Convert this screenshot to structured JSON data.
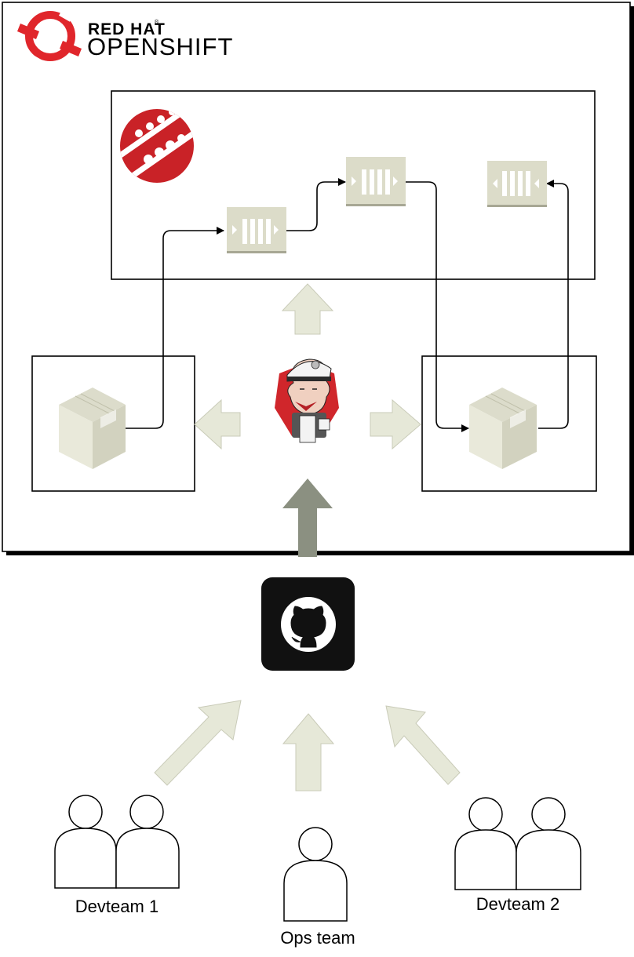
{
  "brand": {
    "line1": "RED HAT",
    "line2": "OPENSHIFT",
    "trademark": "®",
    "logo_color": "#e0262b"
  },
  "colors": {
    "accent_arrow": "#e6e8d8",
    "push_arrow": "#8b9081",
    "registry_block": "#dcdcc9",
    "github_bg": "#111111"
  },
  "icons": {
    "openshift_logo": "openshift-logo-icon",
    "registry": "image-registry-icon",
    "jenkins": "jenkins-icon",
    "container": "container-package-icon",
    "github": "github-icon",
    "person": "user-icon"
  },
  "teams": {
    "devteam1": "Devteam 1",
    "ops": "Ops team",
    "devteam2": "Devteam 2"
  }
}
